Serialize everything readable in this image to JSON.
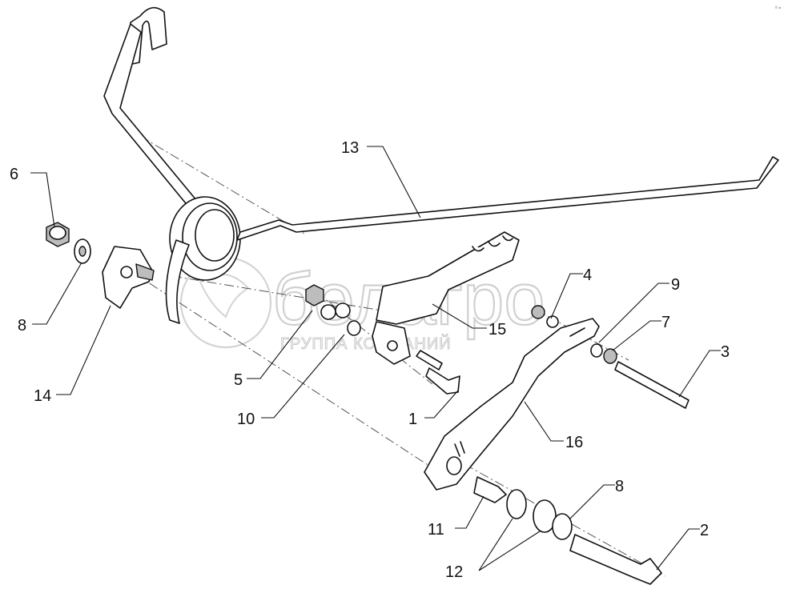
{
  "watermark": {
    "brand": "белагро",
    "tagline": "ГРУППА КОМПАНИЙ"
  },
  "corner_mark": "ᵃ ▪",
  "callouts": [
    "1",
    "2",
    "3",
    "4",
    "5",
    "6",
    "7",
    "8",
    "8",
    "9",
    "10",
    "11",
    "12",
    "13",
    "14",
    "15",
    "16"
  ],
  "labels": {
    "c1": "1",
    "c2": "2",
    "c3": "3",
    "c4": "4",
    "c5": "5",
    "c6": "6",
    "c7": "7",
    "c8a": "8",
    "c8b": "8",
    "c9": "9",
    "c10": "10",
    "c11": "11",
    "c12": "12",
    "c13": "13",
    "c14": "14",
    "c15": "15",
    "c16": "16"
  }
}
